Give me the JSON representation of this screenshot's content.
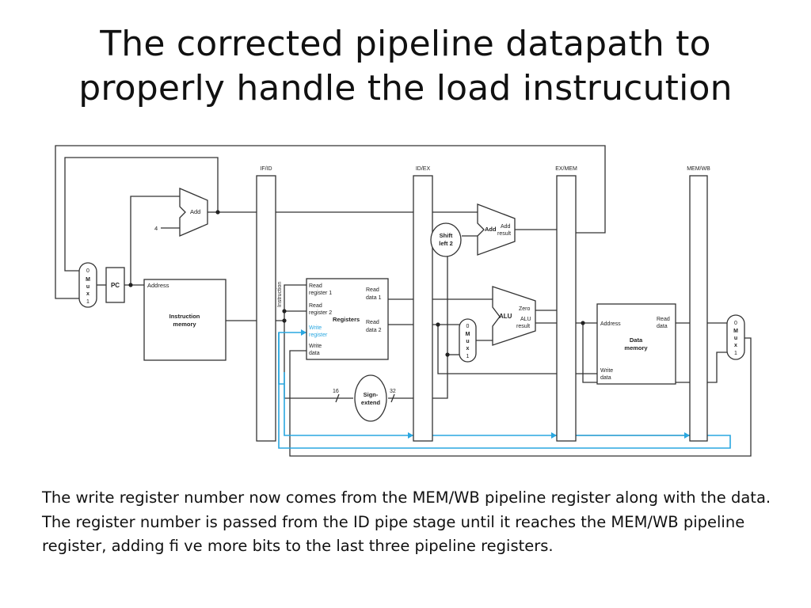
{
  "slide": {
    "title_line1": "The corrected pipeline datapath to",
    "title_line2": "properly handle the load instrucution",
    "caption": "The write register number now comes  from  the MEM/WB pipeline register along with the data. The register number  is passed  from  the ID pipe  stage until  it reaches the MEM/WB pipeline register, adding fi ve more bits to the last three pipeline registers."
  },
  "diagram": {
    "pipeline_registers": [
      "IF/ID",
      "ID/EX",
      "EX/MEM",
      "MEM/WB"
    ],
    "pc_label": "PC",
    "pc_mux": {
      "top": "0",
      "m": "M",
      "u": "u",
      "x": "x",
      "bottom": "1"
    },
    "pc_adder": {
      "label": "Add",
      "const_input": "4"
    },
    "instruction_memory": {
      "address": "Address",
      "line1": "Instruction",
      "line2": "memory"
    },
    "instruction_bus_label": "Instruction",
    "registers": {
      "read_register_1_a": "Read",
      "read_register_1_b": "register 1",
      "read_register_2_a": "Read",
      "read_register_2_b": "register 2",
      "write_register_a": "Write",
      "write_register_b": "register",
      "write_data_a": "Write",
      "write_data_b": "data",
      "title": "Registers",
      "read_data_1_a": "Read",
      "read_data_1_b": "data 1",
      "read_data_2_a": "Read",
      "read_data_2_b": "data 2"
    },
    "sign_extend": {
      "line1": "Sign-",
      "line2": "extend",
      "in_bits": "16",
      "out_bits": "32"
    },
    "shift_left": {
      "line1": "Shift",
      "line2": "left 2"
    },
    "branch_adder": {
      "label": "Add",
      "result_a": "Add",
      "result_b": "result"
    },
    "alu_mux": {
      "top": "0",
      "m": "M",
      "u": "u",
      "x": "x",
      "bottom": "1"
    },
    "alu": {
      "label": "ALU",
      "zero": "Zero",
      "result_a": "ALU",
      "result_b": "result"
    },
    "data_memory": {
      "address": "Address",
      "read_data_a": "Read",
      "read_data_b": "data",
      "write_data_a": "Write",
      "write_data_b": "data",
      "line1": "Data",
      "line2": "memory"
    },
    "wb_mux": {
      "top": "0",
      "m": "M",
      "u": "u",
      "x": "x",
      "bottom": "1"
    },
    "colors": {
      "write_register_path": "#2aa7e0",
      "wires": "#333333"
    }
  }
}
